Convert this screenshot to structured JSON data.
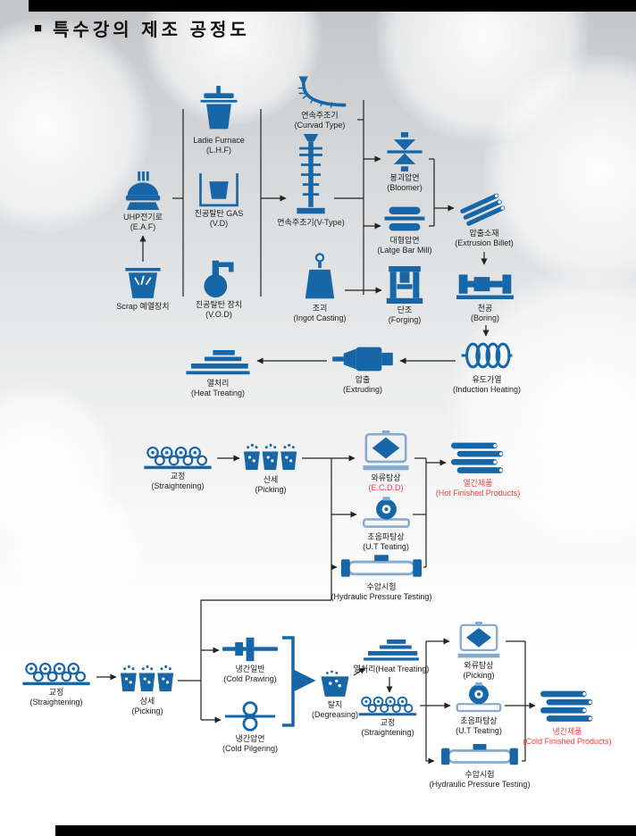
{
  "title": {
    "bullet": "■",
    "text": "특수강의 제조 공정도"
  },
  "colors": {
    "machine_blue": "#1767a8",
    "light_blue": "#86abd0",
    "highlight_red": "#e8433c"
  },
  "nodes": {
    "eaf": {
      "ko": "UHP전기로",
      "en": "(E.A.F)"
    },
    "scrap": {
      "ko": "Scrap 예열장치"
    },
    "lf": {
      "ko": "Ladie Furnace",
      "en": "(L.H.F)"
    },
    "vd": {
      "ko": "진공탈탄 GAS",
      "en": "(V.D)"
    },
    "vod": {
      "ko": "진공탈탄 장치",
      "en": "(V.O.D)"
    },
    "caster_curved": {
      "ko": "연속주조기",
      "en": "(Curvad Type)"
    },
    "caster_v": {
      "ko": "연속주조기(V-Type)"
    },
    "ingot": {
      "ko": "조괴",
      "en": "(Ingot Casting)"
    },
    "bloomer": {
      "ko": "봉괴압연",
      "en": "(Bloomer)"
    },
    "bar_mill": {
      "ko": "대형압연",
      "en": "(Latge Bar Mill)"
    },
    "forging": {
      "ko": "단조",
      "en": "(Forging)"
    },
    "billet": {
      "ko": "압출소재",
      "en": "(Extrusion Billet)"
    },
    "boring": {
      "ko": "천공",
      "en": "(Boring)"
    },
    "induction": {
      "ko": "유도가열",
      "en": "(Induction Heating)"
    },
    "extruding": {
      "ko": "압출",
      "en": "(Extruding)"
    },
    "heat1": {
      "ko": "열처리",
      "en": "(Heat Treating)"
    },
    "str1": {
      "ko": "교정",
      "en": "(Straightening)"
    },
    "pick1": {
      "ko": "산세",
      "en": "(Picking)"
    },
    "ecdd": {
      "ko": "와류탐상",
      "en": "(E.C.D.D)"
    },
    "ut1": {
      "ko": "초음파탐상",
      "en": "(U.T Teating)"
    },
    "hydro1": {
      "ko": "수압시험",
      "en": "(Hydraulic Pressure Testing)"
    },
    "hot_products": {
      "ko": "열간제품",
      "en": "(Hot Finished Products)"
    },
    "str2": {
      "ko": "교정",
      "en": "(Straightening)"
    },
    "pick2": {
      "ko": "삼세",
      "en": "(Picking)"
    },
    "cold_draw": {
      "ko": "냉간일반",
      "en": "(Cold Prawing)"
    },
    "cold_pilger": {
      "ko": "냉간압연",
      "en": "(Cold Pilgering)"
    },
    "degrease": {
      "ko": "탈지",
      "en": "(Degreasing)"
    },
    "heat2": {
      "ko": "열처리(Heat Treating)"
    },
    "str3": {
      "ko": "교정",
      "en": "(Straightening)"
    },
    "eddy2": {
      "ko": "와류탐상",
      "en": "(Picking)"
    },
    "ut2": {
      "ko": "초음파탐상",
      "en": "(U.T Teating)"
    },
    "hydro2": {
      "ko": "수압시험",
      "en": "(Hydraulic Pressure Testing)"
    },
    "cold_products": {
      "ko": "냉간제품",
      "en": "(Cold Finished Products)"
    }
  }
}
